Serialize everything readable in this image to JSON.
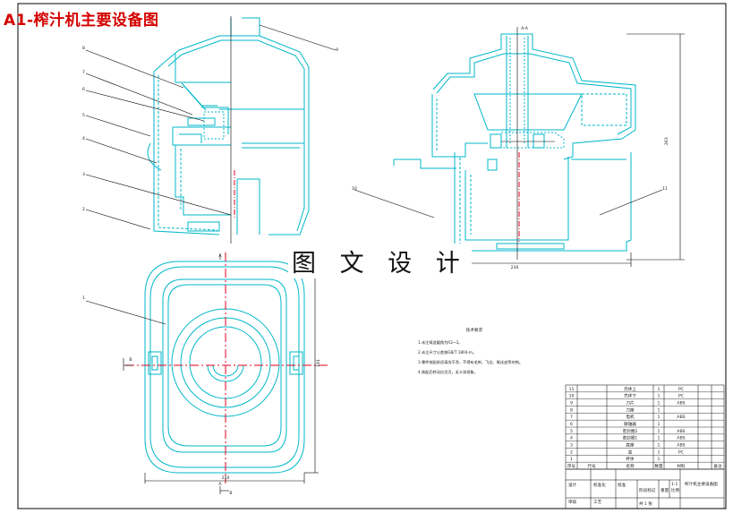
{
  "title": "A1-榨汁机主要设备图",
  "watermark": "图 文 设 计",
  "section_label": "A-A",
  "view_marks": {
    "a_top": "A",
    "a_bottom": "A",
    "b_left": "B",
    "b_bottom": "B"
  },
  "callouts": [
    "8",
    "7",
    "6",
    "5",
    "4",
    "3",
    "2",
    "1",
    "9",
    "10",
    "11"
  ],
  "dimensions": {
    "height": "263",
    "width": "230",
    "plan_width": "250",
    "plan_height": "191"
  },
  "notes_title": "技术要求",
  "notes": [
    "1.未注铸造圆角为R2~3。",
    "2.未注尺寸公差按GB/T 1804-m。",
    "3.零件装配前须清洗干净，不得有毛刺、飞边、氧化皮等杂物。",
    "4.装配后转动应灵活，无卡滞现象。"
  ],
  "bom": [
    {
      "no": "11",
      "name": "壳体上",
      "qty": "1",
      "material": "PC"
    },
    {
      "no": "10",
      "name": "壳体下",
      "qty": "1",
      "material": "PC"
    },
    {
      "no": "9",
      "name": "刀片",
      "qty": "1",
      "material": "ABS"
    },
    {
      "no": "8",
      "name": "刀座",
      "qty": "1",
      "material": ""
    },
    {
      "no": "7",
      "name": "电机",
      "qty": "1",
      "material": "ABS"
    },
    {
      "no": "6",
      "name": "联轴器",
      "qty": "1",
      "material": ""
    },
    {
      "no": "5",
      "name": "密封圈2",
      "qty": "1",
      "material": "ABS"
    },
    {
      "no": "4",
      "name": "密封圈1",
      "qty": "1",
      "material": "ABS"
    },
    {
      "no": "3",
      "name": "底座",
      "qty": "1",
      "material": "ABS"
    },
    {
      "no": "2",
      "name": "盖",
      "qty": "1",
      "material": "PC"
    },
    {
      "no": "1",
      "name": "杯体",
      "qty": "1",
      "material": ""
    }
  ],
  "bom_header": {
    "no": "序号",
    "code": "代号",
    "name": "名称",
    "qty": "数量",
    "material": "材料",
    "note": "备注"
  },
  "title_block": {
    "design": "设计",
    "check": "审核",
    "process": "工艺",
    "standard": "标准化",
    "approve": "批准",
    "stage": "阶段标记",
    "weight": "重量",
    "scale": "比例",
    "scale_value": "1:1",
    "sheet": "共 1 张",
    "drawing_name": "榨汁机主要设备图"
  },
  "colors": {
    "line": "#00b7c9",
    "center": "#e0001b",
    "leader": "#000000",
    "title": "#d40000"
  }
}
